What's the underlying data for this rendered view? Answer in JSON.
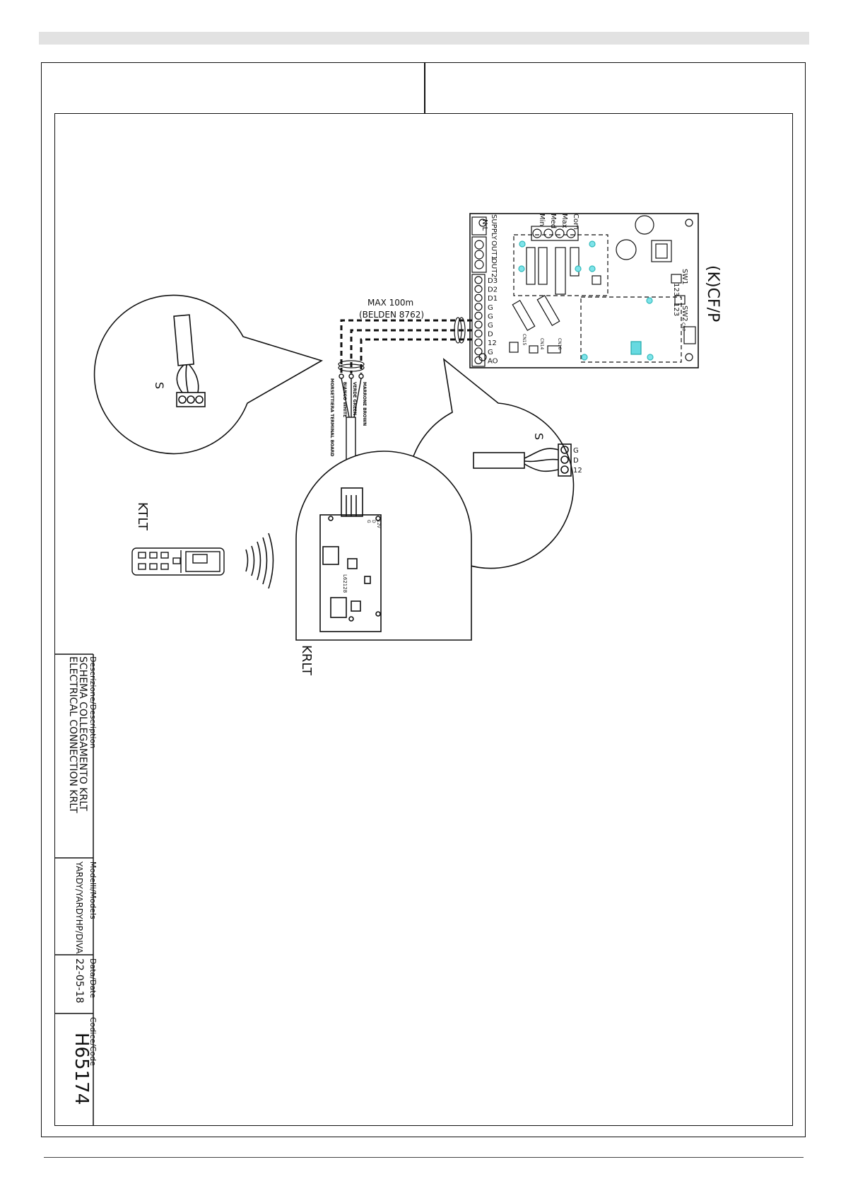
{
  "title_block": {
    "description_label": "Descrizione/Description",
    "description_line1": "SCHEMA COLLEGAMENTO KRLT",
    "description_line2": "ELECTRICAL CONNECTION KRLT",
    "models_label": "Modelli/Models",
    "models_value": "YARDY/YARDYHP/DIVA",
    "date_label": "Data/Date",
    "date_value": "22-05-18",
    "code_label": "Codice/Code",
    "code_value": "H65174"
  },
  "labels": {
    "board_name": "(K)CF/P",
    "remote_name": "KTLT",
    "receiver_name": "KRLT",
    "cable_max": "MAX 100m",
    "cable_type": "(BELDEN 8762)",
    "shield_left": "S",
    "shield_right": "S",
    "terminal_board": "MORSETTIERA TERMINAL BOARD",
    "wire_white": "BIANCO WHITE",
    "wire_green": "VERDE GREEN",
    "wire_brown": "MARRONE BROWN",
    "receiver_pcb_code": "L62128"
  },
  "board": {
    "supply_label": "SUPPLY",
    "supply_terms": "N L",
    "out1": "OUT1",
    "out2": "OUT2",
    "speed_terms": [
      "Min",
      "Med",
      "Max",
      "Com"
    ],
    "inputs": [
      "D3",
      "D2",
      "D1",
      "G",
      "G",
      "G",
      "D",
      "12",
      "G",
      "AO"
    ],
    "sw1": "SW1",
    "sw2": "SW2",
    "sw_digits": "123",
    "connectors": [
      "CN15",
      "CN14",
      "CN16",
      "CN7"
    ]
  },
  "callout_right_terms": [
    "G",
    "D",
    "12"
  ],
  "receiver_terms": [
    "G",
    "D",
    "12V"
  ]
}
